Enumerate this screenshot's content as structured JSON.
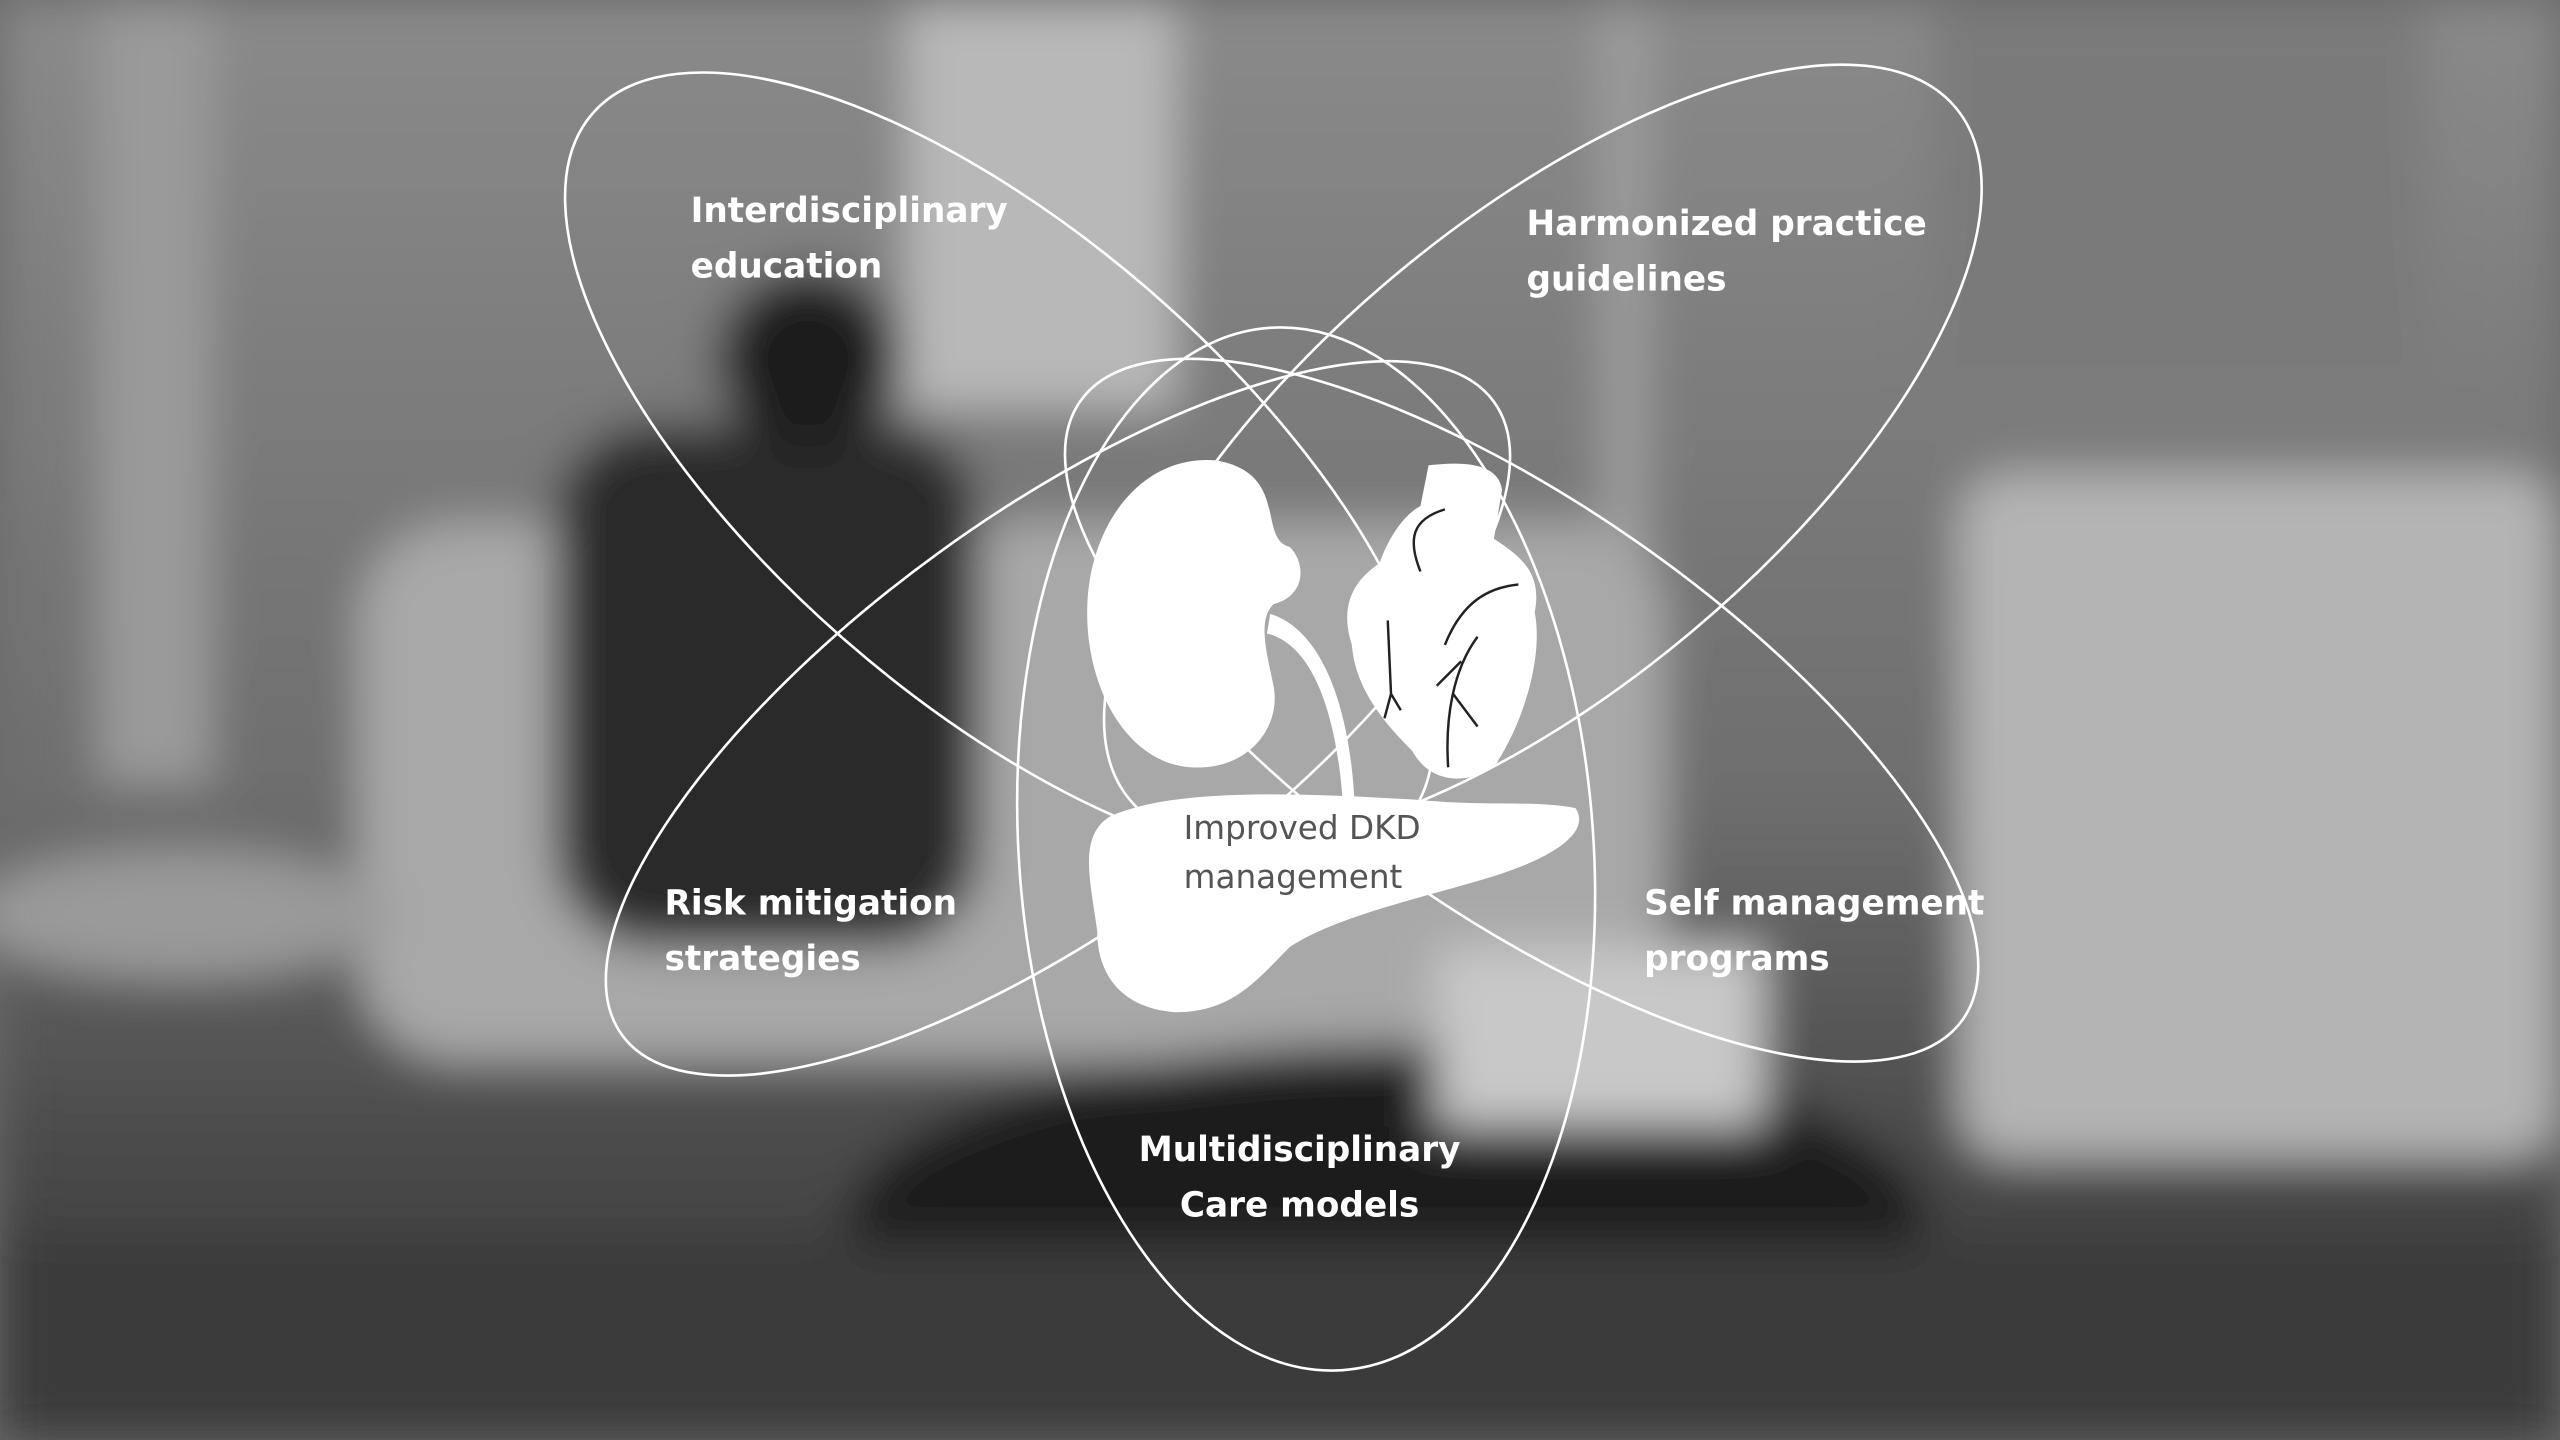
{
  "title": "Improved DKD management",
  "center": {
    "line1": "Improved DKD",
    "line2": "management"
  },
  "labels": {
    "interdisciplinary": {
      "line1": "Interdisciplinary",
      "line2": "education"
    },
    "harmonized": {
      "line1": "Harmonized practice",
      "line2": "guidelines"
    },
    "risk": {
      "line1": "Risk mitigation",
      "line2": "strategies"
    },
    "self": {
      "line1": "Self management",
      "line2": "programs"
    },
    "multidisciplinary": {
      "line1": "Multidisciplinary",
      "line2": "Care models"
    }
  },
  "icons": [
    "kidney-icon",
    "heart-icon",
    "pancreas-icon"
  ],
  "colors": {
    "line": "#ffffff",
    "organ": "#ffffff",
    "center_text": "#555555"
  }
}
